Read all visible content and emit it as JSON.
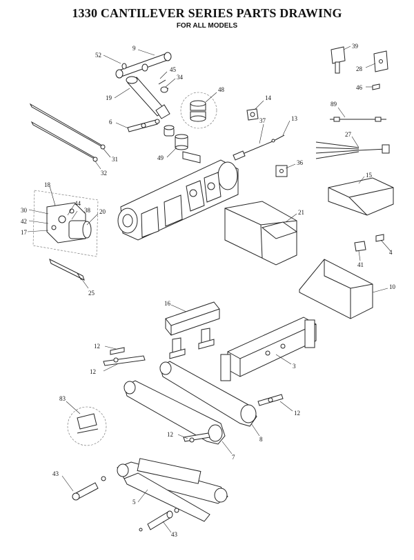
{
  "header": {
    "title": "1330 CANTILEVER SERIES PARTS DRAWING",
    "subtitle": "FOR ALL MODELS"
  },
  "callouts": [
    "52",
    "9",
    "45",
    "34",
    "19",
    "48",
    "14",
    "37",
    "13",
    "6",
    "31",
    "32",
    "49",
    "39",
    "28",
    "46",
    "89",
    "27",
    "36",
    "15",
    "18",
    "44",
    "30",
    "38",
    "20",
    "42",
    "17",
    "21",
    "4",
    "41",
    "10",
    "25",
    "16",
    "12",
    "3",
    "83",
    "7",
    "8",
    "43",
    "5"
  ]
}
